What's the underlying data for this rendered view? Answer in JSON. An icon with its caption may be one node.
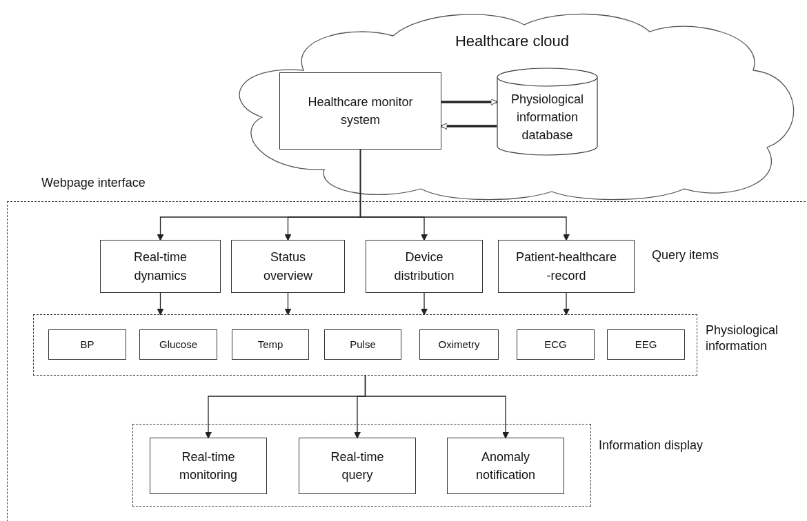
{
  "diagram": {
    "nodes": [
      {
        "text": [
          "Healthcare cloud"
        ]
      },
      {
        "text": [
          "Healthcare monitor system"
        ],
        "in": 0
      },
      {
        "text": [
          "Physiological information database"
        ],
        "in": 0
      },
      {
        "text": [
          "Webpage interface"
        ]
      },
      {
        "text": [
          "Real-time dynamics"
        ],
        "in": 3
      },
      {
        "text": [
          "Status overview"
        ],
        "in": 3
      },
      {
        "text": [
          "Device distribution"
        ],
        "in": 3
      },
      {
        "text": [
          "Patient-healthcare -record"
        ],
        "in": 3
      },
      {
        "text": [
          "Physiological information"
        ],
        "in": 3
      },
      {
        "text": [
          "BP"
        ],
        "in": 8
      },
      {
        "text": [
          "Glucose"
        ],
        "in": 8
      },
      {
        "text": [
          "Temp"
        ],
        "in": 8
      },
      {
        "text": [
          "Pulse"
        ],
        "in": 8
      },
      {
        "text": [
          "Oximetry"
        ],
        "in": 8
      },
      {
        "text": [
          "ECG"
        ],
        "in": 8
      },
      {
        "text": [
          "EEG"
        ],
        "in": 8
      },
      {
        "text": [
          "Information display"
        ],
        "in": 3
      },
      {
        "text": [
          "Real-time monitoring"
        ],
        "in": 16
      },
      {
        "text": [
          "Real-time query"
        ],
        "in": 16
      },
      {
        "text": [
          "Anomaly notification"
        ],
        "in": 16
      }
    ],
    "edges": [
      {
        "from": 1,
        "to": 2,
        "arrow": "to",
        "style": "thick"
      },
      {
        "from": 2,
        "to": 1,
        "arrow": "to",
        "style": "thick"
      },
      {
        "from": 1,
        "to": 4,
        "arrow": "to"
      },
      {
        "from": 1,
        "to": 5,
        "arrow": "to"
      },
      {
        "from": 1,
        "to": 6,
        "arrow": "to"
      },
      {
        "from": 1,
        "to": 7,
        "arrow": "to"
      },
      {
        "from": 4,
        "to": 8,
        "arrow": "to"
      },
      {
        "from": 5,
        "to": 8,
        "arrow": "to"
      },
      {
        "from": 6,
        "to": 8,
        "arrow": "to"
      },
      {
        "from": 7,
        "to": 8,
        "arrow": "to"
      },
      {
        "from": 8,
        "to": 17,
        "arrow": "to"
      },
      {
        "from": 8,
        "to": 18,
        "arrow": "to"
      },
      {
        "from": 8,
        "to": 19,
        "arrow": "to"
      }
    ],
    "labels": [
      "Query items"
    ]
  }
}
